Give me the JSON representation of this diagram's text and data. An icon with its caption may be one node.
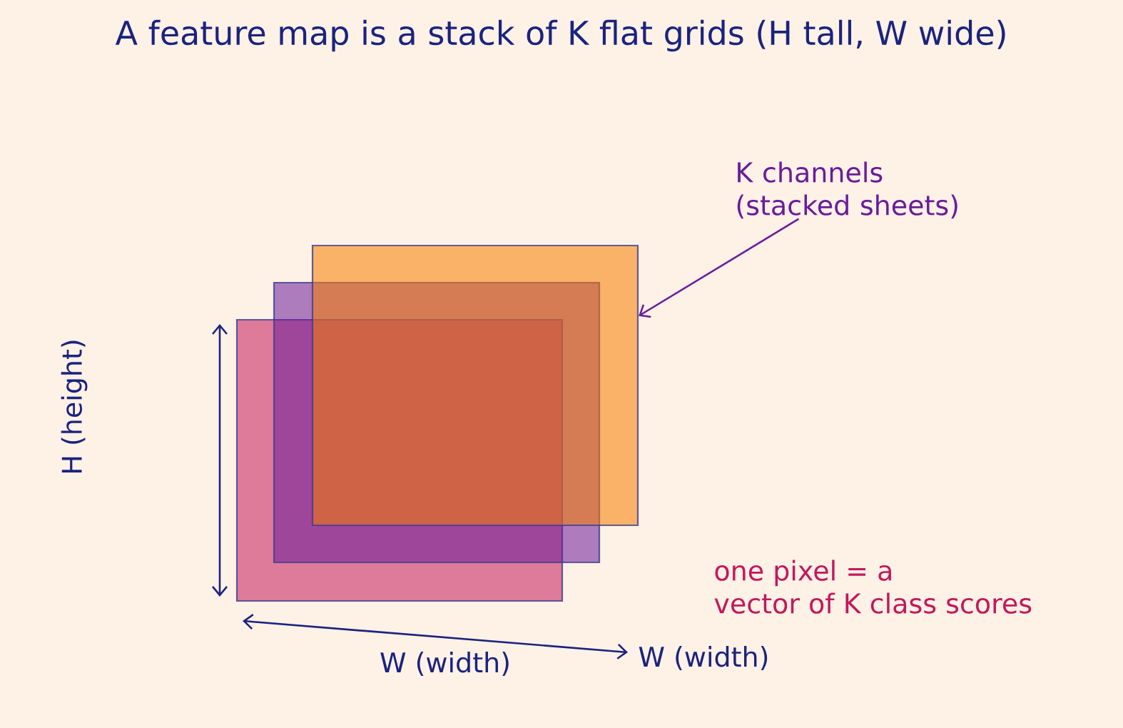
{
  "diagram": {
    "title": "A feature map is a stack of K flat grids (H tall, W wide)",
    "nodes": [
      {
        "text": [
          "K channels (stacked sheets)"
        ]
      },
      {
        "text": [],
        "shape": "box"
      },
      {
        "text": [],
        "shape": "box"
      },
      {
        "text": [],
        "shape": "box"
      }
    ],
    "edges": [
      {
        "from": 0,
        "to": 1,
        "arrow": "to",
        "color": "#6a1b9a"
      }
    ],
    "labels": [
      "H (height)",
      "one pixel = a vector of K class scores",
      "W (width)",
      "W (width)"
    ]
  }
}
